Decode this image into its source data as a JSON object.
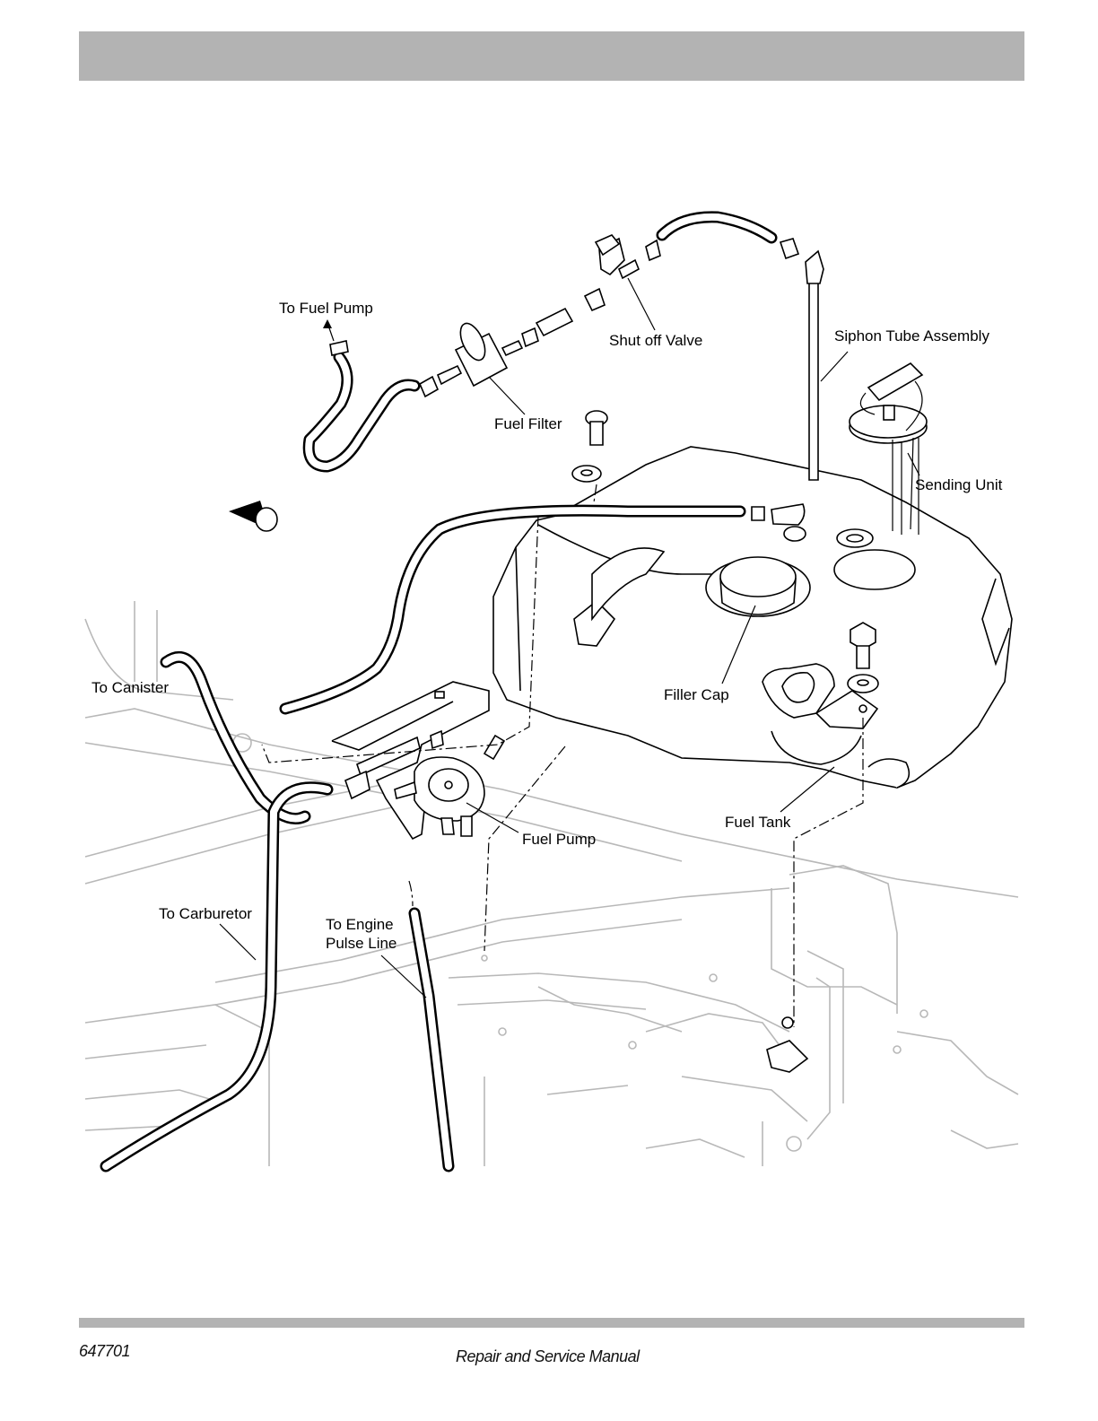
{
  "diagram": {
    "labels": {
      "to_fuel_pump": "To Fuel Pump",
      "shut_off_valve": "Shut off Valve",
      "siphon_tube_assembly": "Siphon Tube Assembly",
      "fuel_filter": "Fuel Filter",
      "sending_unit": "Sending Unit",
      "to_canister": "To Canister",
      "filler_cap": "Filler Cap",
      "fuel_tank": "Fuel Tank",
      "fuel_pump": "Fuel Pump",
      "to_carburetor": "To Carburetor",
      "to_engine_line1": "To Engine",
      "to_engine_line2": "Pulse Line"
    }
  },
  "footer": {
    "doc_number": "647701",
    "manual_title": "Repair and Service Manual"
  },
  "colors": {
    "header_bar": "#b3b3b3",
    "frame_lines": "#b8b8b8",
    "ink": "#000000"
  }
}
